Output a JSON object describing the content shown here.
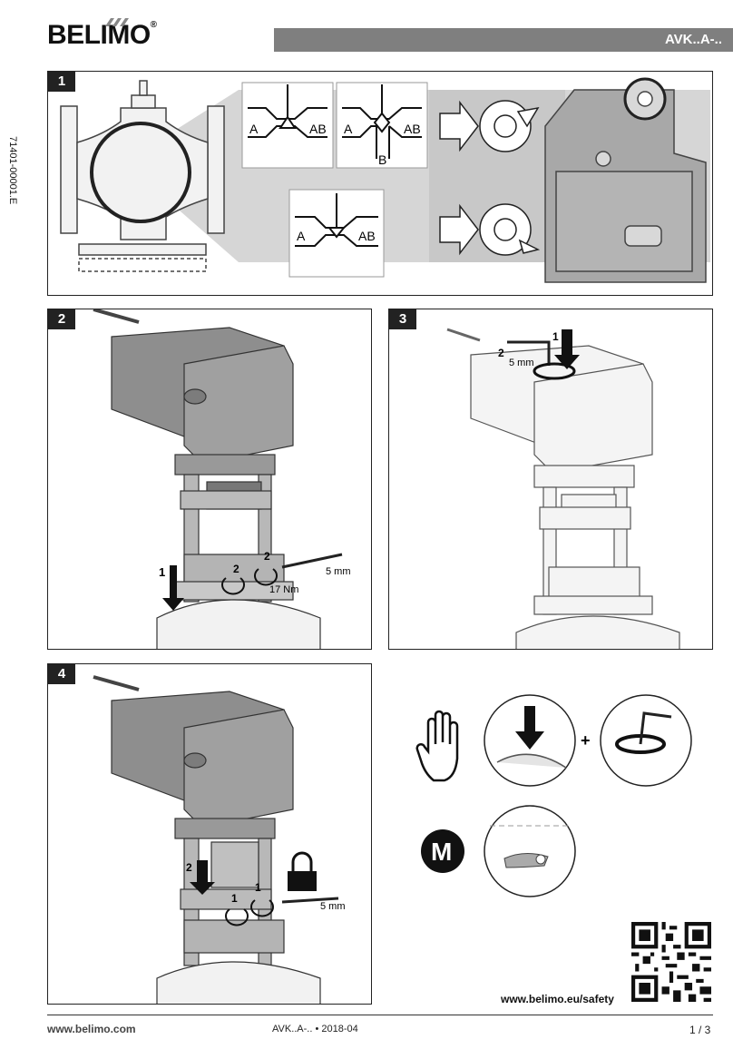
{
  "header": {
    "brand": "BELIMO",
    "registered": "®",
    "product_code": "AVK..A-..",
    "doc_number": "71401-00001.E"
  },
  "step1": {
    "number": "1",
    "diagram_labels": {
      "a": "A",
      "ab": "AB",
      "b": "B"
    }
  },
  "step2": {
    "number": "2",
    "callouts": {
      "one": "1",
      "two": "2",
      "two_b": "2",
      "hex_size": "5 mm",
      "torque": "17 Nm"
    }
  },
  "step3": {
    "number": "3",
    "callouts": {
      "one": "1",
      "two": "2",
      "hex_size": "5 mm"
    }
  },
  "step4": {
    "number": "4",
    "callouts": {
      "one": "1",
      "one_b": "1",
      "two": "2",
      "hex_size": "5 mm"
    }
  },
  "legend": {
    "plus": "+",
    "manual_symbol": "M"
  },
  "footer": {
    "safety_url": "www.belimo.eu/safety",
    "website": "www.belimo.com",
    "doc_info": "AVK..A-.. • 2018-04",
    "page": "1 / 3"
  },
  "colors": {
    "title_bar": "#7f7f7f",
    "panel_border": "#222222",
    "actuator_gray": "#9a9a9a"
  }
}
